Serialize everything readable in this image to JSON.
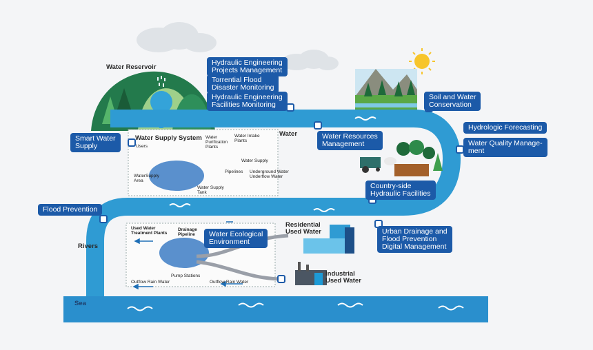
{
  "labels": {
    "hydraulic_projects": "Hydraulic Engineering\nProjects Management",
    "torrential_flood": "Torrential Flood\nDisaster Monitoring",
    "hydraulic_facilities": "Hydraulic Engineering\nFacilities Monitoring",
    "smart_water": "Smart Water\nSupply",
    "water_resources": "Water Resources\nManagement",
    "soil_water": "Soil and Water\nConservation",
    "hydrologic": "Hydrologic Forecasting",
    "water_quality": "Water Quality Manage-\nment",
    "countryside": "Country-side\nHydraulic Facilities",
    "flood_prevention": "Flood Prevention",
    "urban_drainage": "Urban Drainage and\nFlood Prevention\nDigital Management",
    "water_ecological": "Water Ecological\nEnvironment"
  },
  "text": {
    "water_reservoir": "Water Reservoir",
    "water": "Water",
    "rivers": "Rivers",
    "sea": "Sea",
    "water_supply_system": "Water Supply System",
    "residential": "Residential\nUsed Water",
    "industrial": "Industrial\nUsed Water"
  },
  "tiny": {
    "users": "Users",
    "water_purification": "Water\nPurification\nPlants",
    "water_intake": "Water Intake\nPlants",
    "water_supply": "Water Supply",
    "water_supply_area": "WaterSupply\nArea",
    "pipelines": "Pipelines",
    "underground": "Underground Water\nUnderflow Water",
    "water_supply_tank": "Water Supply\nTank",
    "used_water_plants": "Used Water\nTreatment Plants",
    "drainage_pipeline": "Drainage\nPipeline",
    "pump_stations": "Pump Stations",
    "outflow1": "Outflow Rain Water",
    "outflow2": "Outflow Rain Water"
  },
  "colors": {
    "label_bg": "#1c5aa8",
    "river": "#2f9bd3",
    "sea": "#2a8fcd",
    "forest": "#237a4c"
  }
}
